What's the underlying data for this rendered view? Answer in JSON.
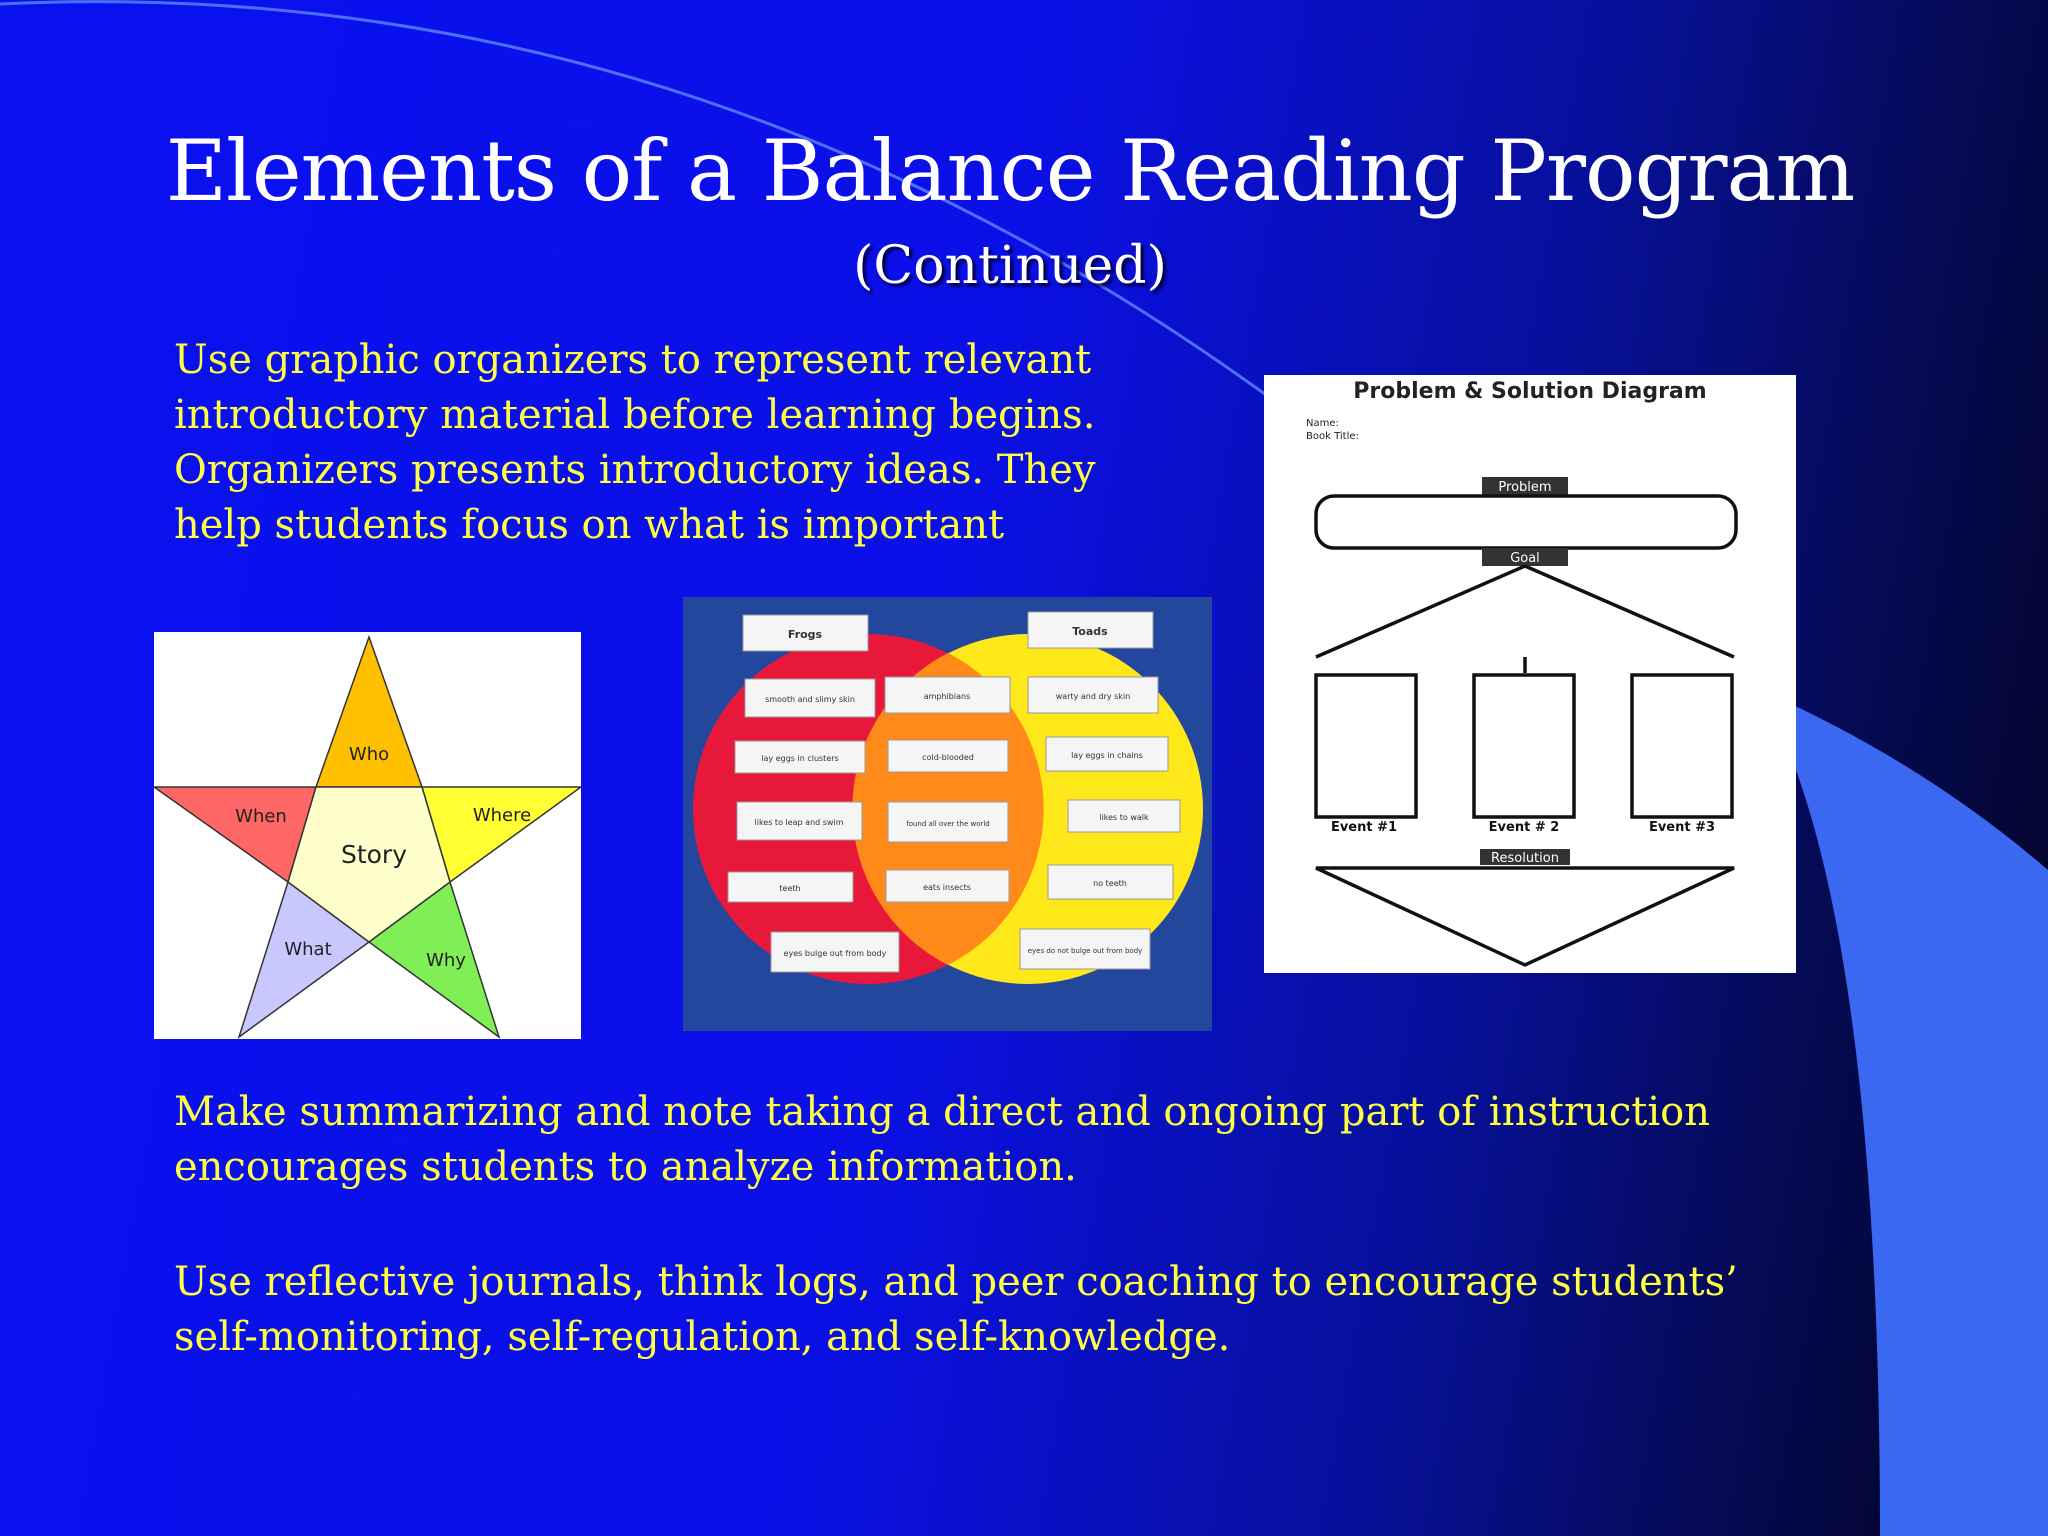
{
  "slide": {
    "title": "Elements of a Balance Reading Program",
    "subtitle": "(Continued)",
    "paragraphs": [
      "Use graphic organizers to represent relevant introductory material before learning begins. Organizers presents introductory ideas. They help students focus on what is important",
      "Make summarizing and note taking a direct and ongoing part of instruction encourages students to analyze information.",
      "Use reflective journals, think logs, and peer coaching to encourage students’ self-monitoring, self-regulation, and self-knowledge."
    ]
  },
  "star_organizer": {
    "center": "Story",
    "points": [
      "Who",
      "Where",
      "Why",
      "What",
      "When"
    ]
  },
  "venn_diagram": {
    "left_title": "Frogs",
    "right_title": "Toads",
    "left_items": [
      "smooth and slimy skin",
      "lay eggs in clusters",
      "likes to leap and swim",
      "teeth",
      "eyes bulge out from body"
    ],
    "middle_items": [
      "amphibians",
      "cold-blooded",
      "found all over the world",
      "eats insects"
    ],
    "right_items": [
      "warty and dry skin",
      "lay eggs in chains",
      "likes to walk",
      "no teeth",
      "eyes do not bulge out from body"
    ]
  },
  "problem_solution": {
    "title": "Problem & Solution Diagram",
    "name_label": "Name:",
    "book_label": "Book Title:",
    "problem_label": "Problem",
    "goal_label": "Goal",
    "events": [
      "Event #1",
      "Event # 2",
      "Event #3"
    ],
    "resolution_label": "Resolution"
  },
  "colors": {
    "title": "#ffffff",
    "body_text": "#ffff44",
    "background_blue": "#0b10e8",
    "accent_light_blue": "#3a68f0"
  }
}
